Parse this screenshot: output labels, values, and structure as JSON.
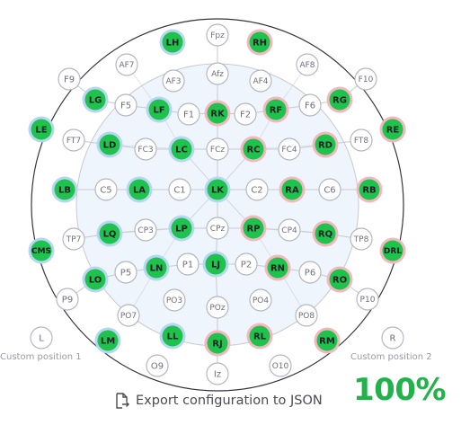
{
  "colors": {
    "active": "#1ec24c",
    "blue_ring": "#b5d7f2",
    "pink_ring": "#f2b8bd",
    "grey_ring": "#b6b6c2",
    "node_text": "#6f6f7c",
    "head_fill": "#eef5fd",
    "line": "#c9c9d2",
    "percent": "#22b24c"
  },
  "electrodes": [
    {
      "id": "Fpz",
      "label": "Fpz",
      "ring": "grey",
      "active": false
    },
    {
      "id": "LH",
      "label": "LH",
      "ring": "blue",
      "active": true
    },
    {
      "id": "RH",
      "label": "RH",
      "ring": "pink",
      "active": true
    },
    {
      "id": "AF7",
      "label": "AF7",
      "ring": "grey",
      "active": false
    },
    {
      "id": "AF8",
      "label": "AF8",
      "ring": "grey",
      "active": false
    },
    {
      "id": "F9",
      "label": "F9",
      "ring": "grey",
      "active": false
    },
    {
      "id": "F10",
      "label": "F10",
      "ring": "grey",
      "active": false
    },
    {
      "id": "AF3",
      "label": "AF3",
      "ring": "grey",
      "active": false
    },
    {
      "id": "Afz",
      "label": "Afz",
      "ring": "grey",
      "active": false
    },
    {
      "id": "AF4",
      "label": "AF4",
      "ring": "grey",
      "active": false
    },
    {
      "id": "LG",
      "label": "LG",
      "ring": "blue",
      "active": true
    },
    {
      "id": "RG",
      "label": "RG",
      "ring": "pink",
      "active": true
    },
    {
      "id": "F5",
      "label": "F5",
      "ring": "grey",
      "active": false
    },
    {
      "id": "LF",
      "label": "LF",
      "ring": "blue",
      "active": true
    },
    {
      "id": "F1",
      "label": "F1",
      "ring": "grey",
      "active": false
    },
    {
      "id": "RK",
      "label": "RK",
      "ring": "pink",
      "active": true
    },
    {
      "id": "F2",
      "label": "F2",
      "ring": "grey",
      "active": false
    },
    {
      "id": "RF",
      "label": "RF",
      "ring": "pink",
      "active": true
    },
    {
      "id": "F6",
      "label": "F6",
      "ring": "grey",
      "active": false
    },
    {
      "id": "LE",
      "label": "LE",
      "ring": "blue",
      "active": true
    },
    {
      "id": "RE",
      "label": "RE",
      "ring": "pink",
      "active": true
    },
    {
      "id": "FT7",
      "label": "FT7",
      "ring": "grey",
      "active": false
    },
    {
      "id": "LD",
      "label": "LD",
      "ring": "blue",
      "active": true
    },
    {
      "id": "FC3",
      "label": "FC3",
      "ring": "grey",
      "active": false
    },
    {
      "id": "LC",
      "label": "LC",
      "ring": "blue",
      "active": true
    },
    {
      "id": "FCz",
      "label": "FCz",
      "ring": "grey",
      "active": false
    },
    {
      "id": "RC",
      "label": "RC",
      "ring": "pink",
      "active": true
    },
    {
      "id": "FC4",
      "label": "FC4",
      "ring": "grey",
      "active": false
    },
    {
      "id": "RD",
      "label": "RD",
      "ring": "pink",
      "active": true
    },
    {
      "id": "FT8",
      "label": "FT8",
      "ring": "grey",
      "active": false
    },
    {
      "id": "LB",
      "label": "LB",
      "ring": "blue",
      "active": true
    },
    {
      "id": "C5",
      "label": "C5",
      "ring": "grey",
      "active": false
    },
    {
      "id": "LA",
      "label": "LA",
      "ring": "blue",
      "active": true
    },
    {
      "id": "C1",
      "label": "C1",
      "ring": "grey",
      "active": false
    },
    {
      "id": "LK",
      "label": "LK",
      "ring": "blue",
      "active": true
    },
    {
      "id": "C2",
      "label": "C2",
      "ring": "grey",
      "active": false
    },
    {
      "id": "RA",
      "label": "RA",
      "ring": "pink",
      "active": true
    },
    {
      "id": "C6",
      "label": "C6",
      "ring": "grey",
      "active": false
    },
    {
      "id": "RB",
      "label": "RB",
      "ring": "pink",
      "active": true
    },
    {
      "id": "TP7",
      "label": "TP7",
      "ring": "grey",
      "active": false
    },
    {
      "id": "LQ",
      "label": "LQ",
      "ring": "blue",
      "active": true
    },
    {
      "id": "CP3",
      "label": "CP3",
      "ring": "grey",
      "active": false
    },
    {
      "id": "LP",
      "label": "LP",
      "ring": "blue",
      "active": true
    },
    {
      "id": "CPz",
      "label": "CPz",
      "ring": "grey",
      "active": false
    },
    {
      "id": "RP",
      "label": "RP",
      "ring": "pink",
      "active": true
    },
    {
      "id": "CP4",
      "label": "CP4",
      "ring": "grey",
      "active": false
    },
    {
      "id": "RQ",
      "label": "RQ",
      "ring": "pink",
      "active": true
    },
    {
      "id": "TP8",
      "label": "TP8",
      "ring": "grey",
      "active": false
    },
    {
      "id": "CMS",
      "label": "CMS",
      "ring": "blue",
      "active": true
    },
    {
      "id": "DRL",
      "label": "DRL",
      "ring": "pink",
      "active": true
    },
    {
      "id": "P5",
      "label": "P5",
      "ring": "grey",
      "active": false
    },
    {
      "id": "LN",
      "label": "LN",
      "ring": "blue",
      "active": true
    },
    {
      "id": "P1",
      "label": "P1",
      "ring": "grey",
      "active": false
    },
    {
      "id": "LJ",
      "label": "LJ",
      "ring": "blue",
      "active": true
    },
    {
      "id": "P2",
      "label": "P2",
      "ring": "grey",
      "active": false
    },
    {
      "id": "RN",
      "label": "RN",
      "ring": "pink",
      "active": true
    },
    {
      "id": "P6",
      "label": "P6",
      "ring": "grey",
      "active": false
    },
    {
      "id": "LO",
      "label": "LO",
      "ring": "blue",
      "active": true
    },
    {
      "id": "RO",
      "label": "RO",
      "ring": "pink",
      "active": true
    },
    {
      "id": "P9",
      "label": "P9",
      "ring": "grey",
      "active": false
    },
    {
      "id": "P10",
      "label": "P10",
      "ring": "grey",
      "active": false
    },
    {
      "id": "PO3",
      "label": "PO3",
      "ring": "grey",
      "active": false
    },
    {
      "id": "POz",
      "label": "POz",
      "ring": "grey",
      "active": false
    },
    {
      "id": "PO4",
      "label": "PO4",
      "ring": "grey",
      "active": false
    },
    {
      "id": "PO7",
      "label": "PO7",
      "ring": "grey",
      "active": false
    },
    {
      "id": "PO8",
      "label": "PO8",
      "ring": "grey",
      "active": false
    },
    {
      "id": "LM",
      "label": "LM",
      "ring": "blue",
      "active": true
    },
    {
      "id": "LL",
      "label": "LL",
      "ring": "blue",
      "active": true
    },
    {
      "id": "RJ",
      "label": "RJ",
      "ring": "pink",
      "active": true
    },
    {
      "id": "RL",
      "label": "RL",
      "ring": "pink",
      "active": true
    },
    {
      "id": "RM",
      "label": "RM",
      "ring": "pink",
      "active": true
    },
    {
      "id": "O9",
      "label": "O9",
      "ring": "grey",
      "active": false
    },
    {
      "id": "Iz",
      "label": "Iz",
      "ring": "grey",
      "active": false
    },
    {
      "id": "O10",
      "label": "O10",
      "ring": "grey",
      "active": false
    },
    {
      "id": "L",
      "label": "L",
      "ring": "grey",
      "active": false
    },
    {
      "id": "R",
      "label": "R",
      "ring": "grey",
      "active": false
    }
  ],
  "custom_left_label": "Custom position 1",
  "custom_right_label": "Custom position 2",
  "export_label": "Export configuration to JSON",
  "percent_text": "100%"
}
